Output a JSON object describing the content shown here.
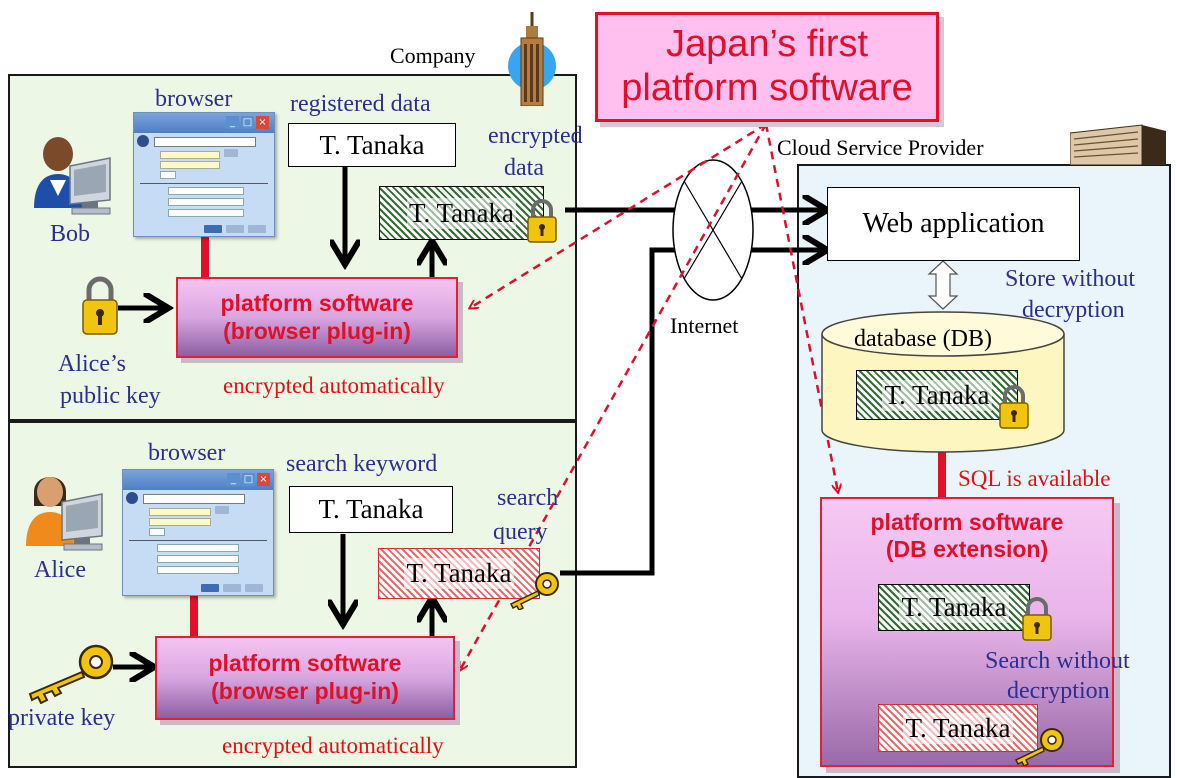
{
  "banner": {
    "line1": "Japan’s first",
    "line2": "platform software"
  },
  "company": {
    "label": "Company"
  },
  "cloud": {
    "label": "Cloud Service Provider"
  },
  "internet": {
    "label": "Internet"
  },
  "bob_panel": {
    "browser_label": "browser",
    "user_label": "Bob",
    "registered_label": "registered data",
    "name_plain": "T. Tanaka",
    "encrypted_label_1": "encrypted",
    "encrypted_label_2": "data",
    "name_encrypted": "T. Tanaka",
    "plugin_line1": "platform software",
    "plugin_line2": "(browser plug-in)",
    "key_label_1": "Alice’s",
    "key_label_2": "public key",
    "auto_label": "encrypted automatically"
  },
  "alice_panel": {
    "browser_label": "browser",
    "user_label": "Alice",
    "search_label": "search keyword",
    "name_plain": "T. Tanaka",
    "query_label_1": "search",
    "query_label_2": "query",
    "name_encrypted": "T. Tanaka",
    "plugin_line1": "platform software",
    "plugin_line2": "(browser plug-in)",
    "key_label": "private key",
    "auto_label": "encrypted automatically"
  },
  "server": {
    "webapp_label": "Web application",
    "store_label_1": "Store without",
    "store_label_2": "decryption",
    "db_label": "database (DB)",
    "db_record": "T. Tanaka",
    "sql_label": "SQL is available",
    "ext_line1": "platform software",
    "ext_line2": "(DB extension)",
    "ext_record": "T. Tanaka",
    "search_label_1": "Search without",
    "search_label_2": "decryption",
    "ext_query": "T. Tanaka"
  },
  "colors": {
    "label_blue": "#2b2f8f",
    "accent_red": "#e0102a",
    "panel_green": "#edf7e6",
    "cloud_blue": "#eaf4fb",
    "hatch_green": "#2f6e2f",
    "hatch_red": "#e56a6a"
  },
  "icons": [
    "user-icon",
    "computer-icon",
    "padlock-icon",
    "key-icon",
    "building-icon",
    "skyscraper-icon",
    "browser-window-icon"
  ]
}
